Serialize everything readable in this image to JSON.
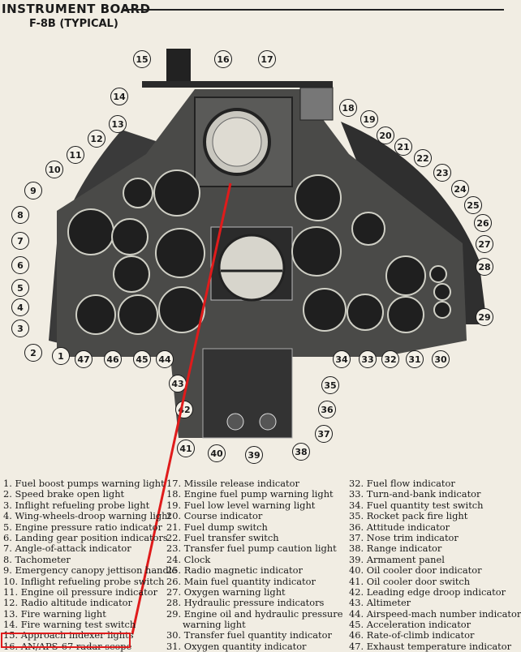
{
  "header": {
    "title": "INSTRUMENT BOARD",
    "subtitle": "F-8B (TYPICAL)"
  },
  "callouts": [
    "1",
    "2",
    "3",
    "4",
    "5",
    "6",
    "7",
    "8",
    "9",
    "10",
    "11",
    "12",
    "13",
    "14",
    "15",
    "16",
    "17",
    "18",
    "19",
    "20",
    "21",
    "22",
    "23",
    "24",
    "25",
    "26",
    "27",
    "28",
    "29",
    "30",
    "31",
    "32",
    "33",
    "34",
    "35",
    "36",
    "37",
    "38",
    "39",
    "40",
    "41",
    "42",
    "43",
    "44",
    "45",
    "46",
    "47"
  ],
  "legend": {
    "col1": [
      "1. Fuel boost pumps warning light",
      "2. Speed brake open light",
      "3. Inflight refueling probe light",
      "4. Wing-wheels-droop warning light",
      "5. Engine pressure ratio indicator",
      "6. Landing gear position indicators",
      "7. Angle-of-attack indicator",
      "8. Tachometer",
      "9. Emergency canopy jettison handle",
      "10. Inflight refueling probe switch",
      "11. Engine oil pressure indicator",
      "12. Radio altitude indicator",
      "13. Fire warning light",
      "14. Fire warning test switch",
      "15. Approach indexer lights",
      "16. AN/APS-67 radar scope"
    ],
    "col2": [
      "17. Missile release indicator",
      "18. Engine fuel pump warning light",
      "19. Fuel low level warning light",
      "20. Course indicator",
      "21. Fuel dump switch",
      "22. Fuel transfer switch",
      "23. Transfer fuel pump caution light",
      "24. Clock",
      "25. Radio magnetic indicator",
      "26. Main fuel quantity indicator",
      "27. Oxygen warning light",
      "28. Hydraulic pressure indicators",
      "29. Engine oil and hydraulic pressure",
      "warning light",
      "30. Transfer fuel quantity indicator",
      "31. Oxygen quantity indicator"
    ],
    "col3": [
      "32. Fuel flow indicator",
      "33. Turn-and-bank indicator",
      "34. Fuel quantity test switch",
      "35. Rocket pack fire light",
      "36. Attitude indicator",
      "37. Nose trim indicator",
      "38. Range indicator",
      "39. Armament panel",
      "40. Oil cooler door indicator",
      "41. Oil cooler door switch",
      "42. Leading edge droop indicator",
      "43. Altimeter",
      "44. Airspeed-mach number indicator",
      "45. Acceleration indicator",
      "46. Rate-of-climb indicator",
      "47. Exhaust temperature indicator"
    ]
  }
}
